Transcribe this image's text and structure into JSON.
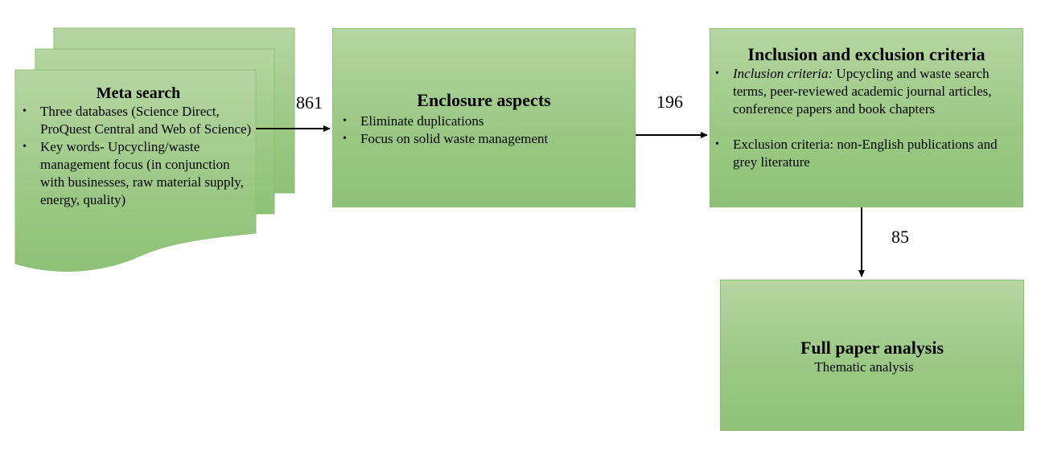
{
  "meta_search": {
    "title": "Meta search",
    "bullets": [
      "Three databases (Science Direct, ProQuest Central and Web of Science)",
      "Key words- Upcycling/waste management focus (in conjunction with businesses, raw material supply, energy, quality)"
    ]
  },
  "enclosure": {
    "title": "Enclosure aspects",
    "bullets": [
      "Eliminate duplications",
      "Focus on solid waste management"
    ]
  },
  "criteria": {
    "title": "Inclusion and exclusion criteria",
    "inclusion_label": "Inclusion criteria:",
    "inclusion_text": " Upcycling and waste search terms,  peer-reviewed academic journal articles, conference papers and book chapters",
    "exclusion_text": "Exclusion criteria: non-English publications and grey literature"
  },
  "analysis": {
    "title": "Full paper analysis",
    "subtitle": "Thematic analysis"
  },
  "counts": {
    "after_meta_search": "861",
    "after_enclosure": "196",
    "after_criteria": "85"
  },
  "colors": {
    "box_fill_top": "#b6d6a2",
    "box_fill_bottom": "#8ec277",
    "arrow": "#000000"
  }
}
